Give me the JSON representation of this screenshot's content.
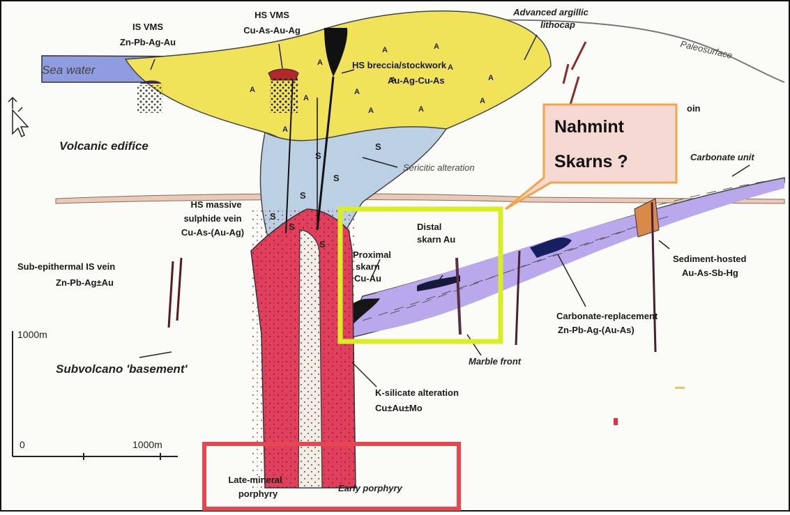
{
  "labels": {
    "is_vms_title": "IS VMS",
    "is_vms_metals": "Zn-Pb-Ag-Au",
    "hs_vms_title": "HS VMS",
    "hs_vms_metals": "Cu-As-Au-Ag",
    "advanced_argillic_1": "Advanced argillic",
    "advanced_argillic_2": "lithocap",
    "paleosurface": "Paleosurface",
    "sea_water": "Sea water",
    "hs_breccia_1": "HS breccia/stockwork",
    "hs_breccia_2": "Au-Ag-Cu-As",
    "vein_partial": "oin",
    "volcanic_edifice": "Volcanic edifice",
    "sericitic": "Sericitic alteration",
    "carbonate_unit": "Carbonate unit",
    "hs_massive_1": "HS massive",
    "hs_massive_2": "sulphide vein",
    "hs_massive_3": "Cu-As-(Au-Ag)",
    "distal_1": "Distal",
    "distal_2": "skarn Au",
    "proximal_1": "Proximal",
    "proximal_2": "skarn",
    "proximal_3": "Cu-Au",
    "sediment_hosted_1": "Sediment-hosted",
    "sediment_hosted_2": "Au-As-Sb-Hg",
    "sub_epithermal_1": "Sub-epithermal IS vein",
    "sub_epithermal_2": "Zn-Pb-Ag±Au",
    "carbonate_replacement_1": "Carbonate-replacement",
    "carbonate_replacement_2": "Zn-Pb-Ag-(Au-As)",
    "marble_front": "Marble front",
    "subvolcano_basement": "Subvolcano 'basement'",
    "k_silicate_1": "K-silicate alteration",
    "k_silicate_2": "Cu±Au±Mo",
    "late_mineral_1": "Late-mineral",
    "late_mineral_2": "porphyry",
    "early_porphyry": "Early porphyry"
  },
  "scale": {
    "vertical": "1000m",
    "origin": "0",
    "horizontal": "1000m"
  },
  "callout": {
    "line1": "Nahmint",
    "line2": "Skarns ?"
  },
  "colors": {
    "lithocap": "#f0e35a",
    "sea_water": "#8f9de0",
    "sericitic": "#bcd0e4",
    "carbonate": "#b9a8ec",
    "porphyry": "#e0405c",
    "late_porphyry": "#f3ede6",
    "callout_fill": "#f6d9d3",
    "callout_border": "#f2a44a",
    "highlight_green": "#d9ee22",
    "highlight_red": "#e8474f"
  }
}
